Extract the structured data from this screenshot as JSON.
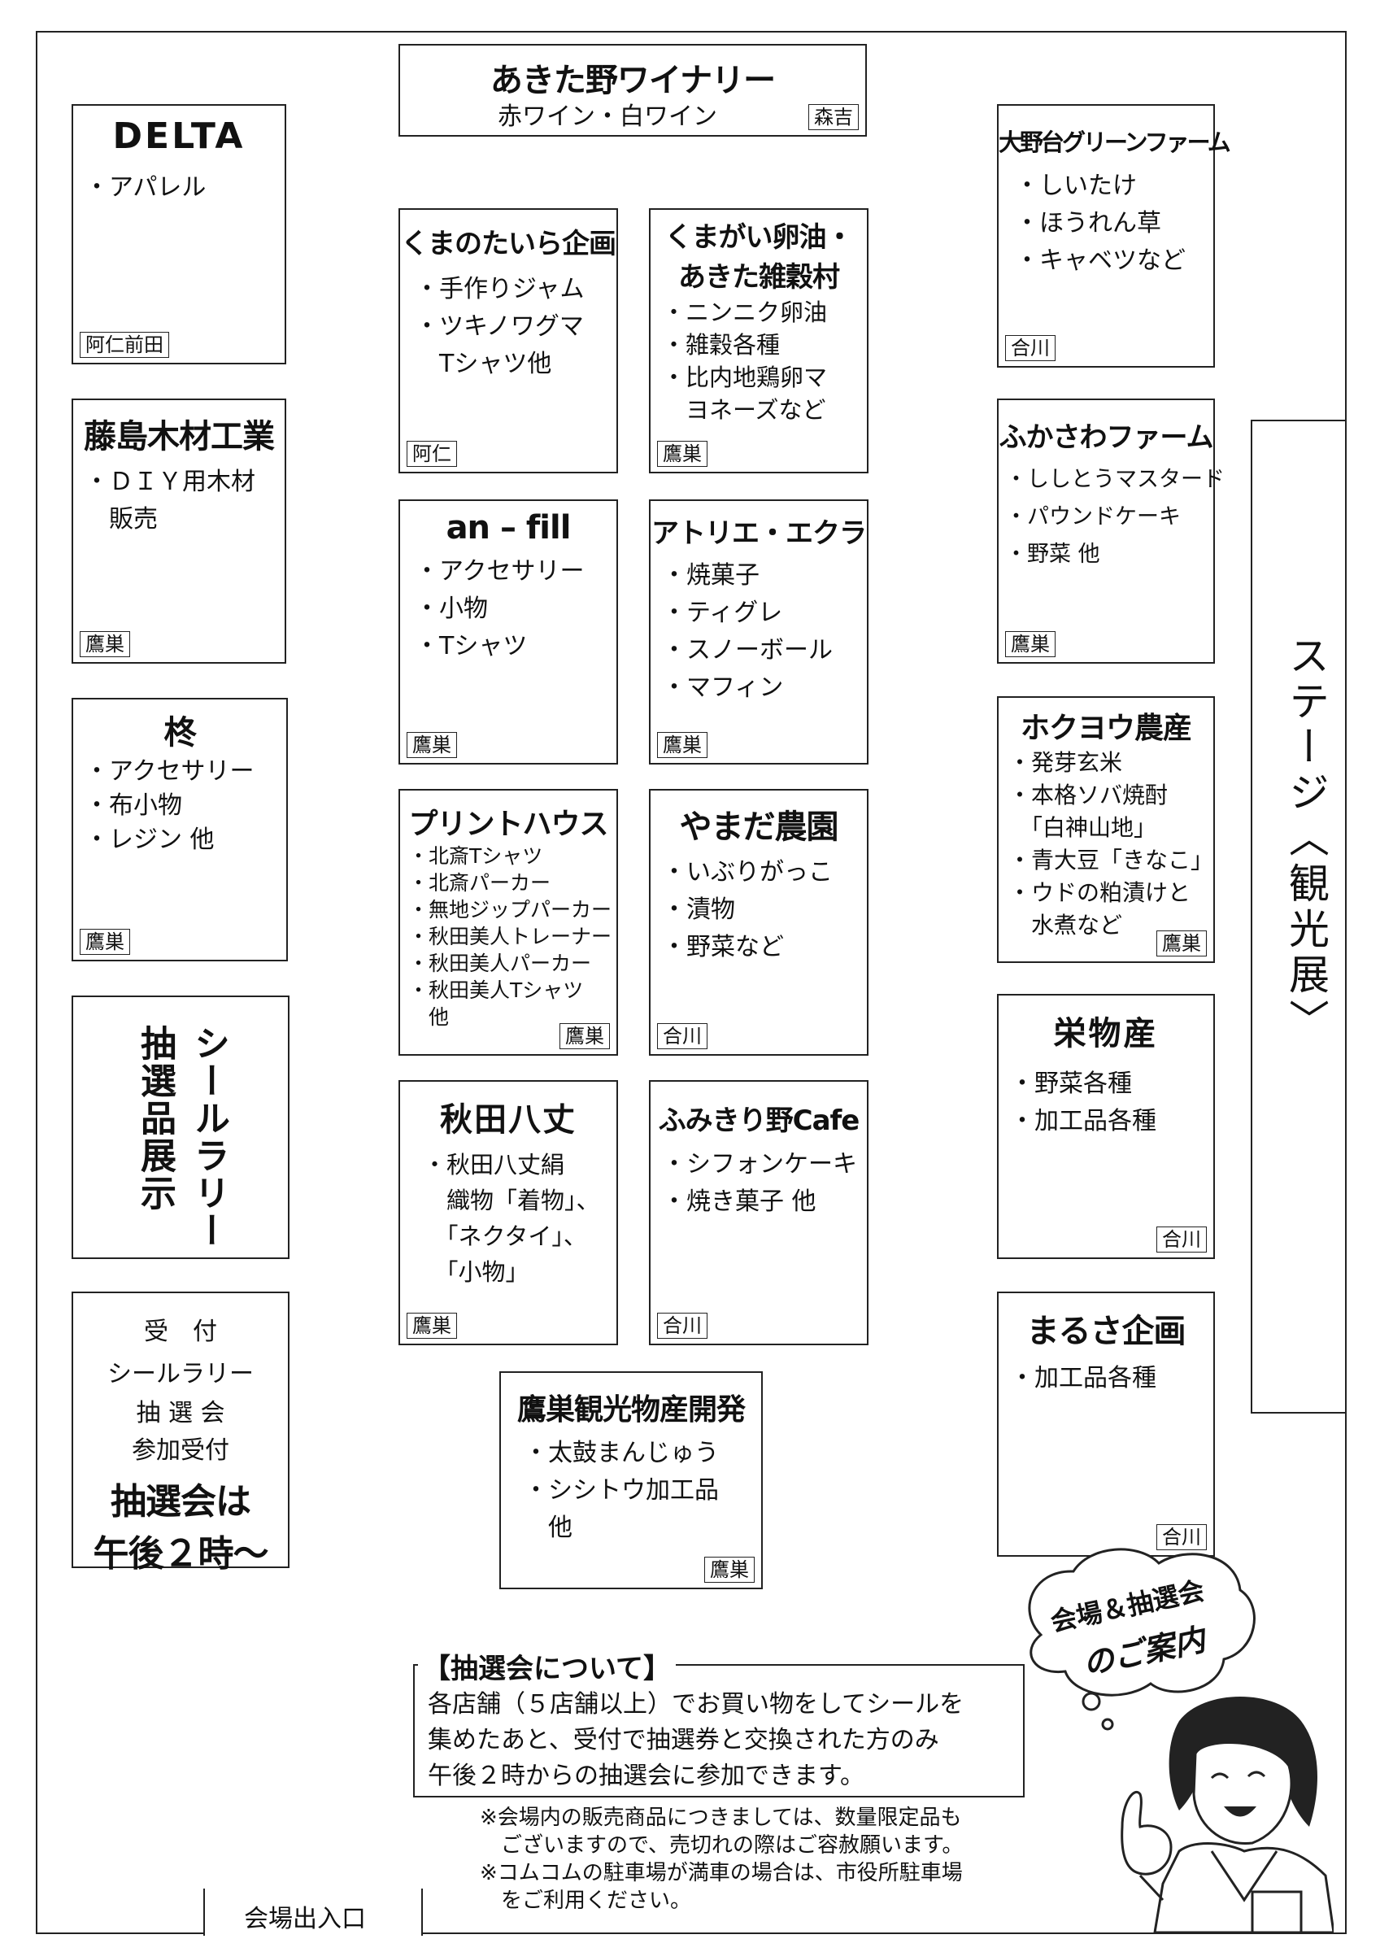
{
  "booths": {
    "winery": {
      "name": "あきた野ワイナリー",
      "desc": "赤ワイン・白ワイン",
      "tag": "森吉"
    },
    "delta": {
      "name": "DELTA",
      "items": [
        "・アパレル"
      ],
      "tag": "阿仁前田"
    },
    "fujishima": {
      "name": "藤島木材工業",
      "items": [
        "・ＤＩＹ用木材",
        "　販売"
      ],
      "tag": "鷹巣"
    },
    "hiiragi": {
      "name": "柊",
      "items": [
        "・アクセサリー",
        "・布小物",
        "・レジン 他"
      ],
      "tag": "鷹巣"
    },
    "kumano": {
      "name": "くまのたいら企画",
      "items": [
        "・手作りジャム",
        "・ツキノワグマ",
        "　Tシャツ他"
      ],
      "tag": "阿仁"
    },
    "kumagai": {
      "name": "くまがい卵油・",
      "name2": "あきた雑穀村",
      "items": [
        "・ニンニク卵油",
        "・雑穀各種",
        "・比内地鶏卵マ",
        "　ヨネーズなど"
      ],
      "tag": "鷹巣"
    },
    "anfill": {
      "name": "an – fill",
      "items": [
        "・アクセサリー",
        "・小物",
        "・Tシャツ"
      ],
      "tag": "鷹巣"
    },
    "atelier": {
      "name": "アトリエ・エクラ",
      "items": [
        "・焼菓子",
        "・ティグレ",
        "・スノーボール",
        "・マフィン"
      ],
      "tag": "鷹巣"
    },
    "print": {
      "name": "プリントハウス",
      "items": [
        "・北斎Tシャツ",
        "・北斎パーカー",
        "・無地ジップパーカー",
        "・秋田美人トレーナー",
        "・秋田美人パーカー",
        "・秋田美人Tシャツ",
        "　他"
      ],
      "tag": "鷹巣"
    },
    "yamada": {
      "name": "やまだ農園",
      "items": [
        "・いぶりがっこ",
        "・漬物",
        "・野菜など"
      ],
      "tag": "合川"
    },
    "hachijo": {
      "name": "秋田八丈",
      "items": [
        "・秋田八丈絹",
        "　織物「着物」、",
        "　「ネクタイ」、",
        "　「小物」"
      ],
      "tag": "鷹巣"
    },
    "fumikiri": {
      "name": "ふみきり野Cafe",
      "items": [
        "・シフォンケーキ",
        "・焼き菓子 他"
      ],
      "tag": "合川"
    },
    "takanosu": {
      "name": "鷹巣観光物産開発",
      "items": [
        "・太鼓まんじゅう",
        "・シシトウ加工品",
        "　他"
      ],
      "tag": "鷹巣"
    },
    "onodai": {
      "name": "大野台グリーンファーム",
      "items": [
        "・しいたけ",
        "・ほうれん草",
        "・キャベツなど"
      ],
      "tag": "合川"
    },
    "fukasawa": {
      "name": "ふかさわファーム",
      "items": [
        "・ししとうマスタード",
        "・パウンドケーキ",
        "・野菜 他"
      ],
      "tag": "鷹巣"
    },
    "hokuyo": {
      "name": "ホクヨウ農産",
      "items": [
        "・発芽玄米",
        "・本格ソバ焼酎",
        "　「白神山地」",
        "・青大豆「きなこ」",
        "・ウドの粕漬けと",
        "　水煮など"
      ],
      "tag": "鷹巣"
    },
    "sakae": {
      "name": "栄物産",
      "items": [
        "・野菜各種",
        "・加工品各種"
      ],
      "tag": "合川"
    },
    "marusa": {
      "name": "まるさ企画",
      "items": [
        "・加工品各種"
      ],
      "tag": "合川"
    }
  },
  "sealrally_display": {
    "line1": "シールラリー",
    "line2": "抽選品展示"
  },
  "reception": {
    "l1": "受　付",
    "l2": "シールラリー",
    "l3": "抽 選 会",
    "l4": "参加受付",
    "b1": "抽選会は",
    "b2": "午後２時〜"
  },
  "stage": {
    "text": "ステージ〈観光展〉"
  },
  "lottery": {
    "title": "【抽選会について】",
    "lines": [
      "各店舗（５店舗以上）でお買い物をしてシールを",
      "集めたあと、受付で抽選券と交換された方のみ",
      "午後２時からの抽選会に参加できます。"
    ]
  },
  "notes": [
    "※会場内の販売商品につきましては、数量限定品も",
    "　ございますので、売切れの際はご容赦願います。",
    "※コムコムの駐車場が満車の場合は、市役所駐車場",
    "　をご利用ください。"
  ],
  "entrance": "会場出入口",
  "bubble": {
    "l1": "会場＆抽選会",
    "l2": "のご案内"
  }
}
